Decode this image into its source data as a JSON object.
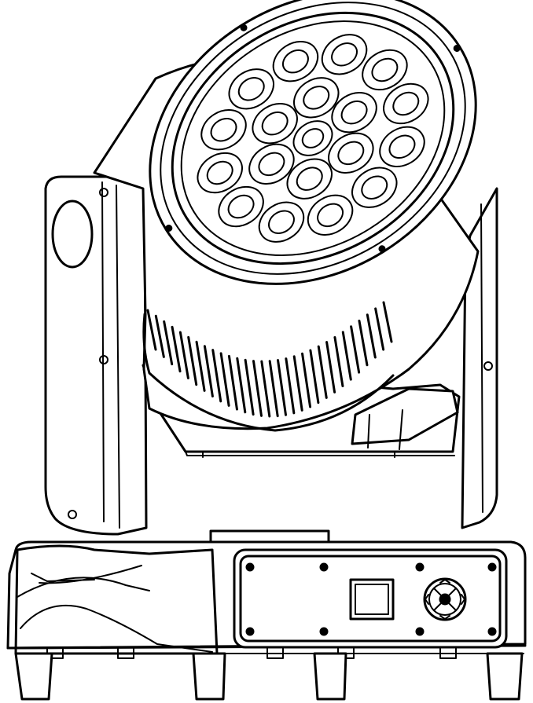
{
  "colors": {
    "background": "#ffffff",
    "ink": "#000000"
  },
  "diagram": {
    "subject": "moving-head-light-fixture",
    "view": "front",
    "lens_ring_count": 19,
    "base_panel_screw_count": 8,
    "icons": [
      "display-screen-icon",
      "four-way-button-icon"
    ]
  }
}
